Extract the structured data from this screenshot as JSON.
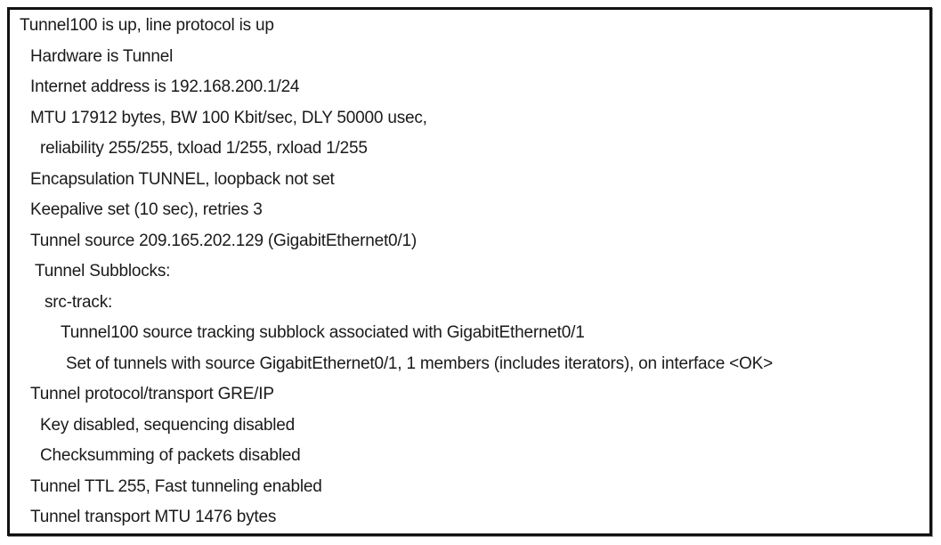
{
  "output": {
    "lines": [
      {
        "text": "Tunnel100 is up, line protocol is up",
        "indent": 0
      },
      {
        "text": "Hardware is Tunnel",
        "indent": 1
      },
      {
        "text": "Internet address is 192.168.200.1/24",
        "indent": 1
      },
      {
        "text": "MTU 17912 bytes, BW 100 Kbit/sec, DLY 50000 usec,",
        "indent": 1
      },
      {
        "text": "reliability 255/255, txload 1/255, rxload 1/255",
        "indent": 2
      },
      {
        "text": "Encapsulation TUNNEL, loopback not set",
        "indent": 1
      },
      {
        "text": "Keepalive set (10 sec), retries 3",
        "indent": 1
      },
      {
        "text": "Tunnel source 209.165.202.129 (GigabitEthernet0/1)",
        "indent": 1
      },
      {
        "text": "Tunnel Subblocks:",
        "indent": 1.5
      },
      {
        "text": "src-track:",
        "indent": 2.5
      },
      {
        "text": "Tunnel100 source tracking subblock associated with GigabitEthernet0/1",
        "indent": 4
      },
      {
        "text": "Set of tunnels with source GigabitEthernet0/1, 1 members (includes iterators), on interface <OK>",
        "indent": 4.5
      },
      {
        "text": "Tunnel protocol/transport GRE/IP",
        "indent": 1
      },
      {
        "text": "Key disabled, sequencing disabled",
        "indent": 2
      },
      {
        "text": "Checksumming of packets disabled",
        "indent": 2
      },
      {
        "text": "Tunnel TTL 255, Fast tunneling enabled",
        "indent": 1
      },
      {
        "text": "Tunnel transport MTU 1476 bytes",
        "indent": 1
      }
    ]
  }
}
